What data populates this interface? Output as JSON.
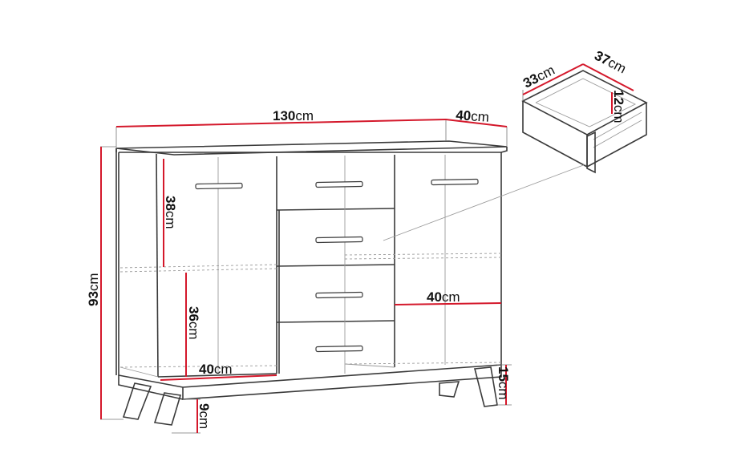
{
  "unit": "cm",
  "dimensions": {
    "width": {
      "value": "130",
      "unit": "cm"
    },
    "depth": {
      "value": "40",
      "unit": "cm"
    },
    "height": {
      "value": "93",
      "unit": "cm"
    },
    "left_upper_shelf": {
      "value": "38",
      "unit": "cm"
    },
    "left_lower_shelf": {
      "value": "36",
      "unit": "cm"
    },
    "left_inner_width": {
      "value": "40",
      "unit": "cm"
    },
    "right_inner_width": {
      "value": "40",
      "unit": "cm"
    },
    "leg_height": {
      "value": "15",
      "unit": "cm"
    },
    "floor_clearance": {
      "value": "9",
      "unit": "cm"
    },
    "drawer_depth": {
      "value": "33",
      "unit": "cm"
    },
    "drawer_width": {
      "value": "37",
      "unit": "cm"
    },
    "drawer_height": {
      "value": "12",
      "unit": "cm"
    }
  },
  "colors": {
    "dimension_line": "#d4182b",
    "outline": "#3a3a3a",
    "hidden_line": "#9a9a9a"
  }
}
